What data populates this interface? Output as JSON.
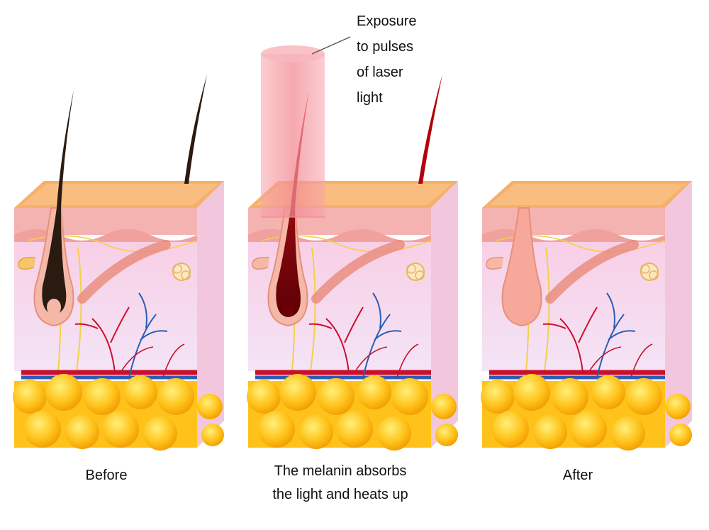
{
  "callout": {
    "lines": [
      "Exposure",
      "to pulses",
      "of laser",
      "light"
    ]
  },
  "panels": [
    {
      "id": "before",
      "caption_lines": [
        "Before"
      ],
      "hair_color": "#2a1a10",
      "follicle": "dark"
    },
    {
      "id": "during",
      "caption_lines": [
        "The melanin absorbs",
        "the light and heats up"
      ],
      "hair_color": "#b3000c",
      "follicle": "heated"
    },
    {
      "id": "after",
      "caption_lines": [
        "After"
      ],
      "hair_color": "none",
      "follicle": "empty"
    }
  ],
  "colors": {
    "skin_top": "#f7b06a",
    "epidermis": "#f4b3b0",
    "dermis": "#f6d6ea",
    "fat": "#ffc21a",
    "artery": "#c8102e",
    "vein": "#2b5db8",
    "nerve": "#f2d04b",
    "laser": "#f28a92"
  }
}
